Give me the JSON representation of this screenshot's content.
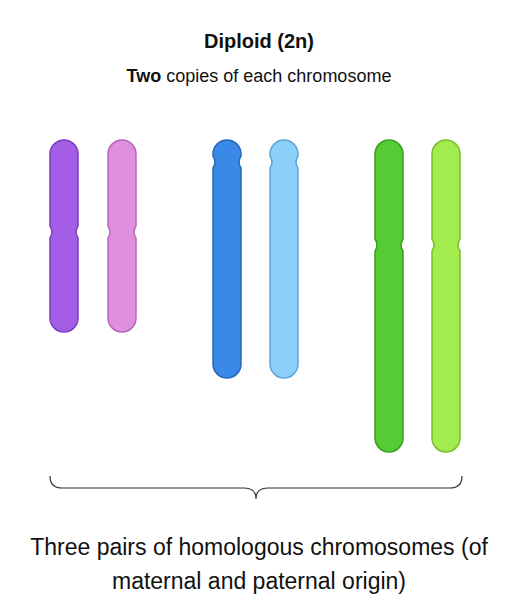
{
  "diagram": {
    "title": "Diploid (2n)",
    "caption": "Three pairs of homologous chromosomes (of maternal and paternal origin)",
    "labels": [
      "Two",
      "copies of each chromosome"
    ]
  }
}
